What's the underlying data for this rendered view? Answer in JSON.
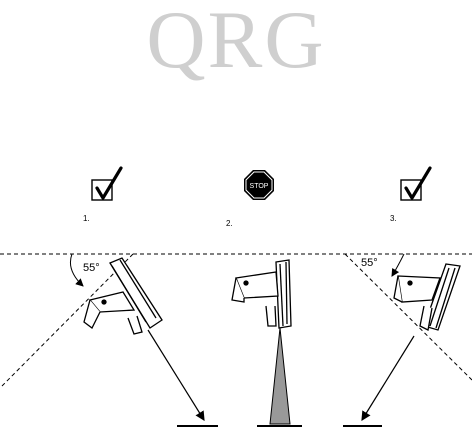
{
  "watermark": "QRG",
  "stop_sign_text": "STOP",
  "steps": [
    {
      "number": "1.",
      "status": "correct",
      "angle": "55°",
      "status_icon": "checkbox-check-icon"
    },
    {
      "number": "2.",
      "status": "incorrect",
      "angle": "",
      "status_icon": "stop-sign-icon"
    },
    {
      "number": "3.",
      "status": "correct",
      "angle": "55°",
      "status_icon": "checkbox-check-icon"
    }
  ],
  "colors": {
    "watermark": "#cfcfcf",
    "reflection_beam": "#999999",
    "line": "#000000"
  }
}
